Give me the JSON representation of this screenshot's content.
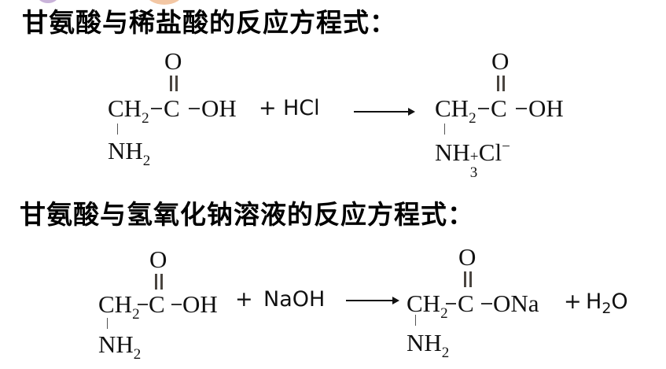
{
  "headings": {
    "hcl_reaction": "甘氨酸与稀盐酸的反应方程式：",
    "naoh_reaction": "甘氨酸与氢氧化钠溶液的反应方程式："
  },
  "reaction1": {
    "reactant": {
      "O": "O",
      "CH": "CH",
      "CH_sub": "2",
      "C": "C",
      "OH": "OH",
      "NH": "NH",
      "NH_sub": "2"
    },
    "plus": "+",
    "reagent": "HCl",
    "product": {
      "O": "O",
      "CH": "CH",
      "CH_sub": "2",
      "C": "C",
      "OH": "OH",
      "NH": "NH",
      "NH_sup": "+",
      "NH_sub": "3",
      "Cl": "Cl",
      "Cl_sup": "−"
    }
  },
  "reaction2": {
    "reactant": {
      "O": "O",
      "CH": "CH",
      "CH_sub": "2",
      "C": "C",
      "OH": "OH",
      "NH": "NH",
      "NH_sub": "2"
    },
    "plus": "+",
    "reagent": "NaOH",
    "product": {
      "O": "O",
      "CH": "CH",
      "CH_sub": "2",
      "C": "C",
      "ONa": "ONa",
      "NH": "NH",
      "NH_sub": "2"
    },
    "byproduct_plus": "+",
    "byproduct": {
      "H": "H",
      "H_sub": "2",
      "O": "O"
    }
  },
  "colors": {
    "text": "#000000",
    "double_bond": "#4a4540",
    "deco_purple": "#c9b3d9",
    "deco_orange": "#f3c7a4"
  }
}
